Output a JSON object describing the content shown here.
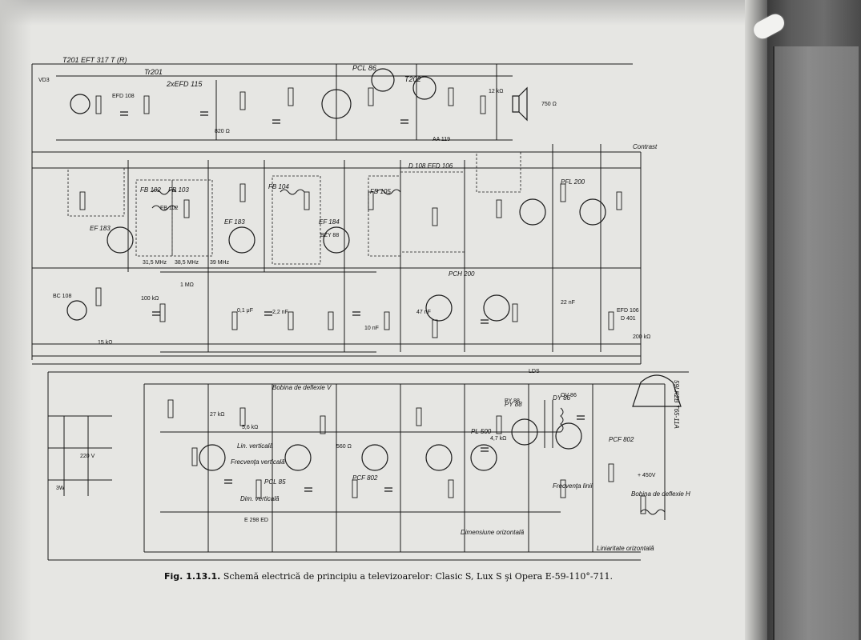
{
  "figure": {
    "number": "Fig. 1.13.1.",
    "caption": "Schemă electrică de principiu a televizoarelor: Clasic S, Lux S şi Opera E-59-110°-711."
  },
  "schematic": {
    "top_labels": [
      "T201 EFT 317 T (R)",
      "2xEFD 115",
      "PCL 86",
      "Tr201",
      "T202"
    ],
    "tube_labels": [
      "EF 183",
      "EF 183",
      "EF 184",
      "PCH 200",
      "PFL 200",
      "PCL 85",
      "PCF 802",
      "PL 500",
      "PY 88",
      "DY 86",
      "PCF 802"
    ],
    "filter_labels": [
      "FB 102",
      "FB 103",
      "FB 104",
      "FB 105",
      "D 108 EFD 106"
    ],
    "frequency_labels": [
      "31,5 MHz",
      "38,5 MHz",
      "39 MHz"
    ],
    "section_labels": [
      "Bobina de deflexie V",
      "Bobina de deflexie H",
      "Contrast",
      "Dimensiune orizontală",
      "Liniaritate orizontală",
      "Frecvenţa verticală",
      "Lin. verticală",
      "Dim. verticală",
      "Frecvenţa linii"
    ],
    "component_labels": [
      "750 Ω",
      "BC 108",
      "EFD 108",
      "AA 119",
      "BZY 88",
      "E 298 ED",
      "EFD 106",
      "D 401",
      "200 kΩ",
      "12 kΩ",
      "27 kΩ",
      "5,6 kΩ",
      "100 kΩ",
      "1 MΩ",
      "2,2 nF",
      "10 nF",
      "47 nF",
      "15 kΩ",
      "820 Ω",
      "560 Ω",
      "4,7 kΩ",
      "0,1 μF",
      "22 nF"
    ],
    "crt_label": "59LK2B T65-11A",
    "misc_labels": [
      "220 V",
      "3W",
      "FB 102",
      "OV 86",
      "PY 88",
      "LDS",
      "VD3",
      "+ 450V"
    ]
  }
}
